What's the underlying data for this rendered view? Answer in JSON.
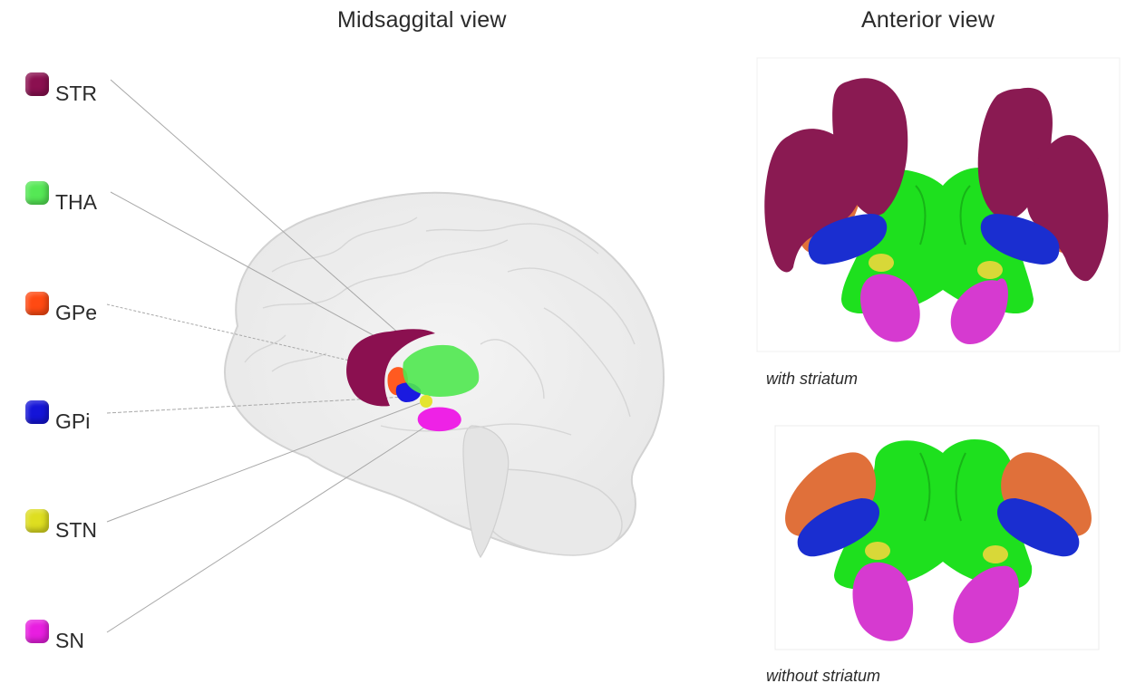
{
  "titles": {
    "midsagittal": "Midsaggital view",
    "anterior": "Anterior view"
  },
  "legend": [
    {
      "id": "str",
      "label": "STR",
      "color": "#8b1050"
    },
    {
      "id": "tha",
      "label": "THA",
      "color": "#55e855"
    },
    {
      "id": "gpe",
      "label": "GPe",
      "color": "#ff4a12"
    },
    {
      "id": "gpi",
      "label": "GPi",
      "color": "#1414d8"
    },
    {
      "id": "stn",
      "label": "STN",
      "color": "#dede20"
    },
    {
      "id": "sn",
      "label": "SN",
      "color": "#e81ee0"
    }
  ],
  "captions": {
    "with_striatum": "with striatum",
    "without_striatum": "without striatum"
  },
  "colors": {
    "brain_outline": "#c8c8c8",
    "leader_line": "#a8a8a8",
    "anterior_str": "#8a1a52",
    "anterior_gpe": "#e0703a",
    "anterior_gpi": "#1a2ed0",
    "anterior_tha": "#1ee01e",
    "anterior_stn": "#d8d838",
    "anterior_sn": "#d63ad0"
  }
}
